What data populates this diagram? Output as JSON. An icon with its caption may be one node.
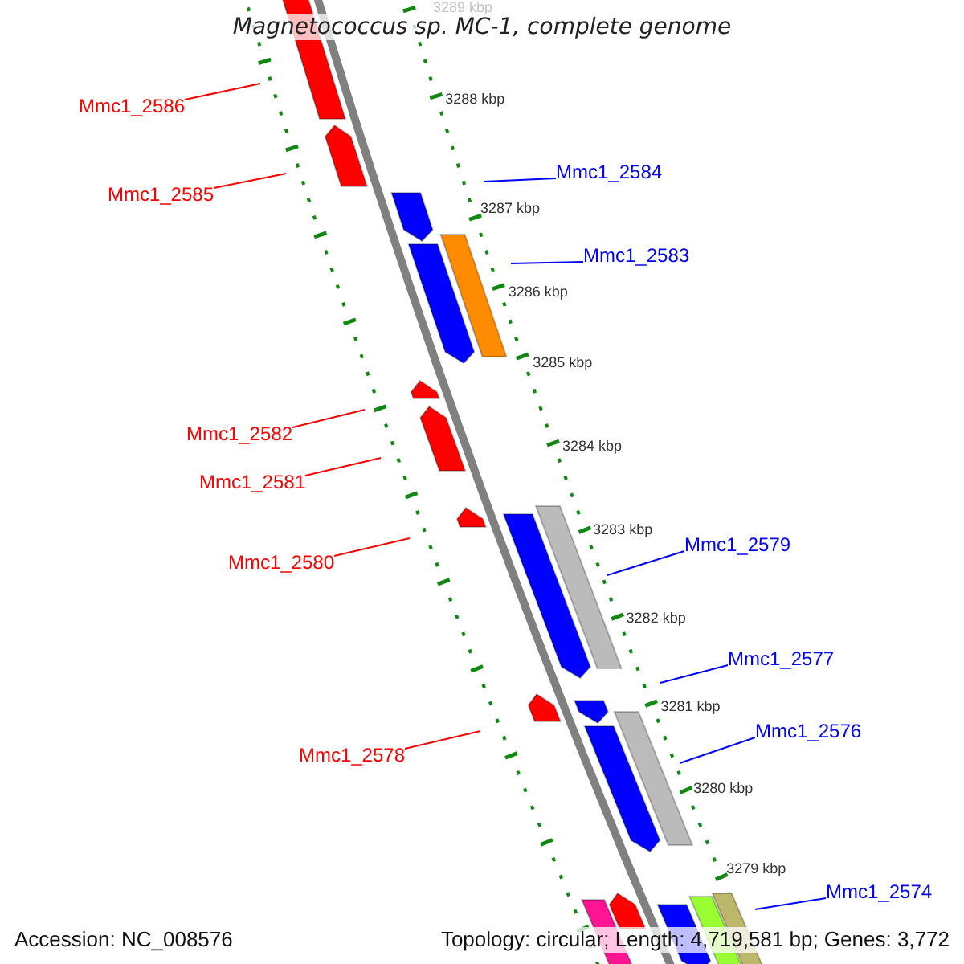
{
  "diagram": {
    "title": "Magnetococcus sp. MC-1, complete genome",
    "nodes": [
      {
        "text": [
          "Mmc1_2586"
        ]
      },
      {
        "text": [
          "Mmc1_2584"
        ]
      },
      {
        "text": [
          "Mmc1_2585"
        ]
      },
      {
        "text": [
          "Mmc1_2583"
        ]
      },
      {
        "text": [
          "Mmc1_2582"
        ]
      },
      {
        "text": [
          "Mmc1_2581"
        ]
      },
      {
        "text": [
          "Mmc1_2579"
        ]
      },
      {
        "text": [
          "Mmc1_2580"
        ]
      },
      {
        "text": [
          "Mmc1_2577"
        ]
      },
      {
        "text": [
          "Mmc1_2576"
        ]
      },
      {
        "text": [
          "Mmc1_2578"
        ]
      },
      {
        "text": [
          "Mmc1_2574"
        ]
      }
    ],
    "edges": [
      {
        "from": 0,
        "to": null,
        "arrow": "none",
        "color": "#ff0000"
      },
      {
        "from": 1,
        "to": null,
        "arrow": "none",
        "color": "#0000ff"
      },
      {
        "from": 2,
        "to": null,
        "arrow": "none",
        "color": "#ff0000"
      },
      {
        "from": 3,
        "to": null,
        "arrow": "none",
        "color": "#0000ff"
      },
      {
        "from": 4,
        "to": null,
        "arrow": "none",
        "color": "#ff0000"
      },
      {
        "from": 5,
        "to": null,
        "arrow": "none",
        "color": "#ff0000"
      },
      {
        "from": 6,
        "to": null,
        "arrow": "none",
        "color": "#0000ff"
      },
      {
        "from": 7,
        "to": null,
        "arrow": "none",
        "color": "#ff0000"
      },
      {
        "from": 8,
        "to": null,
        "arrow": "none",
        "color": "#0000ff"
      },
      {
        "from": 9,
        "to": null,
        "arrow": "none",
        "color": "#0000ff"
      },
      {
        "from": 10,
        "to": null,
        "arrow": "none",
        "color": "#ff0000"
      },
      {
        "from": 11,
        "to": null,
        "arrow": "none",
        "color": "#0000ff"
      }
    ],
    "labels": [
      "3289 kbp",
      "3288 kbp",
      "3287 kbp",
      "3286 kbp",
      "3285 kbp",
      "3284 kbp",
      "3283 kbp",
      "3282 kbp",
      "3281 kbp",
      "3280 kbp",
      "3279 kbp",
      "Accession: NC_008576",
      "Topology: circular; Length: 4,719,581 bp; Genes: 3,772"
    ]
  }
}
